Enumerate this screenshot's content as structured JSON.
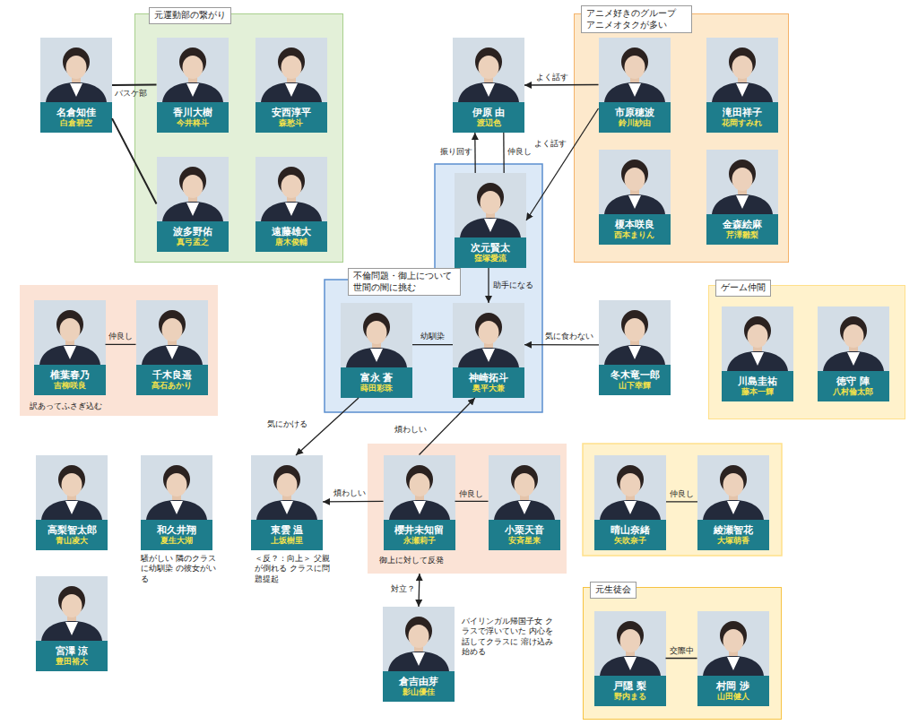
{
  "diagram": {
    "nodes": [
      {
        "text": [
          "名倉知佳",
          "白倉碧空"
        ]
      },
      {
        "text": [
          "元運動部の繋がり"
        ]
      },
      {
        "text": [
          "香川大樹",
          "今井柊斗"
        ],
        "in": 1
      },
      {
        "text": [
          "安西淳平",
          "森愁斗"
        ],
        "in": 1
      },
      {
        "text": [
          "波多野佑",
          "真弓孟之"
        ],
        "in": 1
      },
      {
        "text": [
          "遠藤雄大",
          "唐木俊輔"
        ],
        "in": 1
      },
      {
        "text": [
          "伊原 由",
          "渡辺色"
        ]
      },
      {
        "text": [
          "アニメ好きのグループ アニメオタクが多い"
        ]
      },
      {
        "text": [
          "市原穂波",
          "鈴川紗由"
        ],
        "in": 7
      },
      {
        "text": [
          "滝田祥子",
          "花岡すみれ"
        ],
        "in": 7
      },
      {
        "text": [
          "榎本咲良",
          "西本まりん"
        ],
        "in": 7
      },
      {
        "text": [
          "金森絵麻",
          "芹澤雛梨"
        ],
        "in": 7
      },
      {
        "text": [
          "不倫問題・御上について 世間の闇に挑む"
        ]
      },
      {
        "text": [
          "次元賢太",
          "窪塚愛流"
        ],
        "in": 12
      },
      {
        "text": [
          "富永 蒼",
          "蒔田彩珠"
        ],
        "in": 12
      },
      {
        "text": [
          "神崎拓斗",
          "奥平大兼"
        ],
        "in": 12
      },
      {
        "text": [
          "冬木竜一郎",
          "山下幸輝"
        ]
      },
      {
        "text": [
          "訳あってふさぎ込む"
        ]
      },
      {
        "text": [
          "椎葉春乃",
          "吉柳咲良"
        ],
        "in": 17
      },
      {
        "text": [
          "千木良遥",
          "髙石あかり"
        ],
        "in": 17
      },
      {
        "text": [
          "ゲーム仲間"
        ]
      },
      {
        "text": [
          "川島圭祐",
          "藤本一輝"
        ],
        "in": 20
      },
      {
        "text": [
          "徳守 陣",
          "八村倫太郎"
        ],
        "in": 20
      },
      {
        "text": [
          "高梨智太郎",
          "青山凌大"
        ]
      },
      {
        "text": [
          "和久井翔",
          "夏生大湖"
        ]
      },
      {
        "text": [
          "東雲 温",
          "上坂樹里"
        ]
      },
      {
        "text": [
          "御上に対して反発"
        ]
      },
      {
        "text": [
          "櫻井未知留",
          "永瀬莉子"
        ],
        "in": 26
      },
      {
        "text": [
          "小栗天音",
          "安斉星来"
        ],
        "in": 26
      },
      {
        "text": [
          "晴山奈緒",
          "矢吹奈子"
        ]
      },
      {
        "text": [
          "綾瀬智花",
          "大塚萌香"
        ]
      },
      {
        "text": [
          "宮澤 涼",
          "豊田裕大"
        ]
      },
      {
        "text": [
          "倉吉由芽",
          "影山優佳"
        ]
      },
      {
        "text": [
          "元生徒会"
        ]
      },
      {
        "text": [
          "戸隠 梨",
          "野内まる"
        ],
        "in": 33
      },
      {
        "text": [
          "村岡 渉",
          "山田健人"
        ],
        "in": 33
      }
    ],
    "edges": [
      {
        "from": 0,
        "to": 2,
        "label": "バスケ部",
        "arrow": "none"
      },
      {
        "from": 0,
        "to": 4,
        "arrow": "none"
      },
      {
        "from": 8,
        "to": 6,
        "label": "よく話す",
        "arrow": "to"
      },
      {
        "from": 8,
        "to": 13,
        "label": "よく話す",
        "arrow": "to"
      },
      {
        "from": 13,
        "to": 6,
        "label": "振り回す",
        "arrow": "to"
      },
      {
        "from": 13,
        "to": 6,
        "label": "仲良し",
        "arrow": "none"
      },
      {
        "from": 13,
        "to": 15,
        "label": "助手になる",
        "arrow": "to"
      },
      {
        "from": 14,
        "to": 15,
        "label": "幼馴染",
        "arrow": "none"
      },
      {
        "from": 16,
        "to": 15,
        "label": "気に食わない",
        "arrow": "to"
      },
      {
        "from": 14,
        "to": 25,
        "label": "気にかける",
        "arrow": "to"
      },
      {
        "from": 27,
        "to": 15,
        "label": "煩わしい",
        "arrow": "to"
      },
      {
        "from": 27,
        "to": 25,
        "label": "煩わしい",
        "arrow": "to"
      },
      {
        "from": 27,
        "to": 28,
        "label": "仲良し",
        "arrow": "none"
      },
      {
        "from": 26,
        "to": 32,
        "label": "対立？",
        "arrow": "both"
      },
      {
        "from": 18,
        "to": 19,
        "label": "仲良し",
        "arrow": "none"
      },
      {
        "from": 29,
        "to": 30,
        "label": "仲良し",
        "arrow": "none"
      },
      {
        "from": 34,
        "to": 35,
        "label": "交際中",
        "arrow": "none"
      }
    ],
    "labels": [
      "騒がしい 隣のクラスに幼馴染 の彼女がいる",
      "＜反？：向上＞ 父親が倒れる クラスに問題提起",
      "バイリンガル帰国子女 クラスで浮いていた 内心を話してクラスに 溶け込み始める"
    ]
  }
}
